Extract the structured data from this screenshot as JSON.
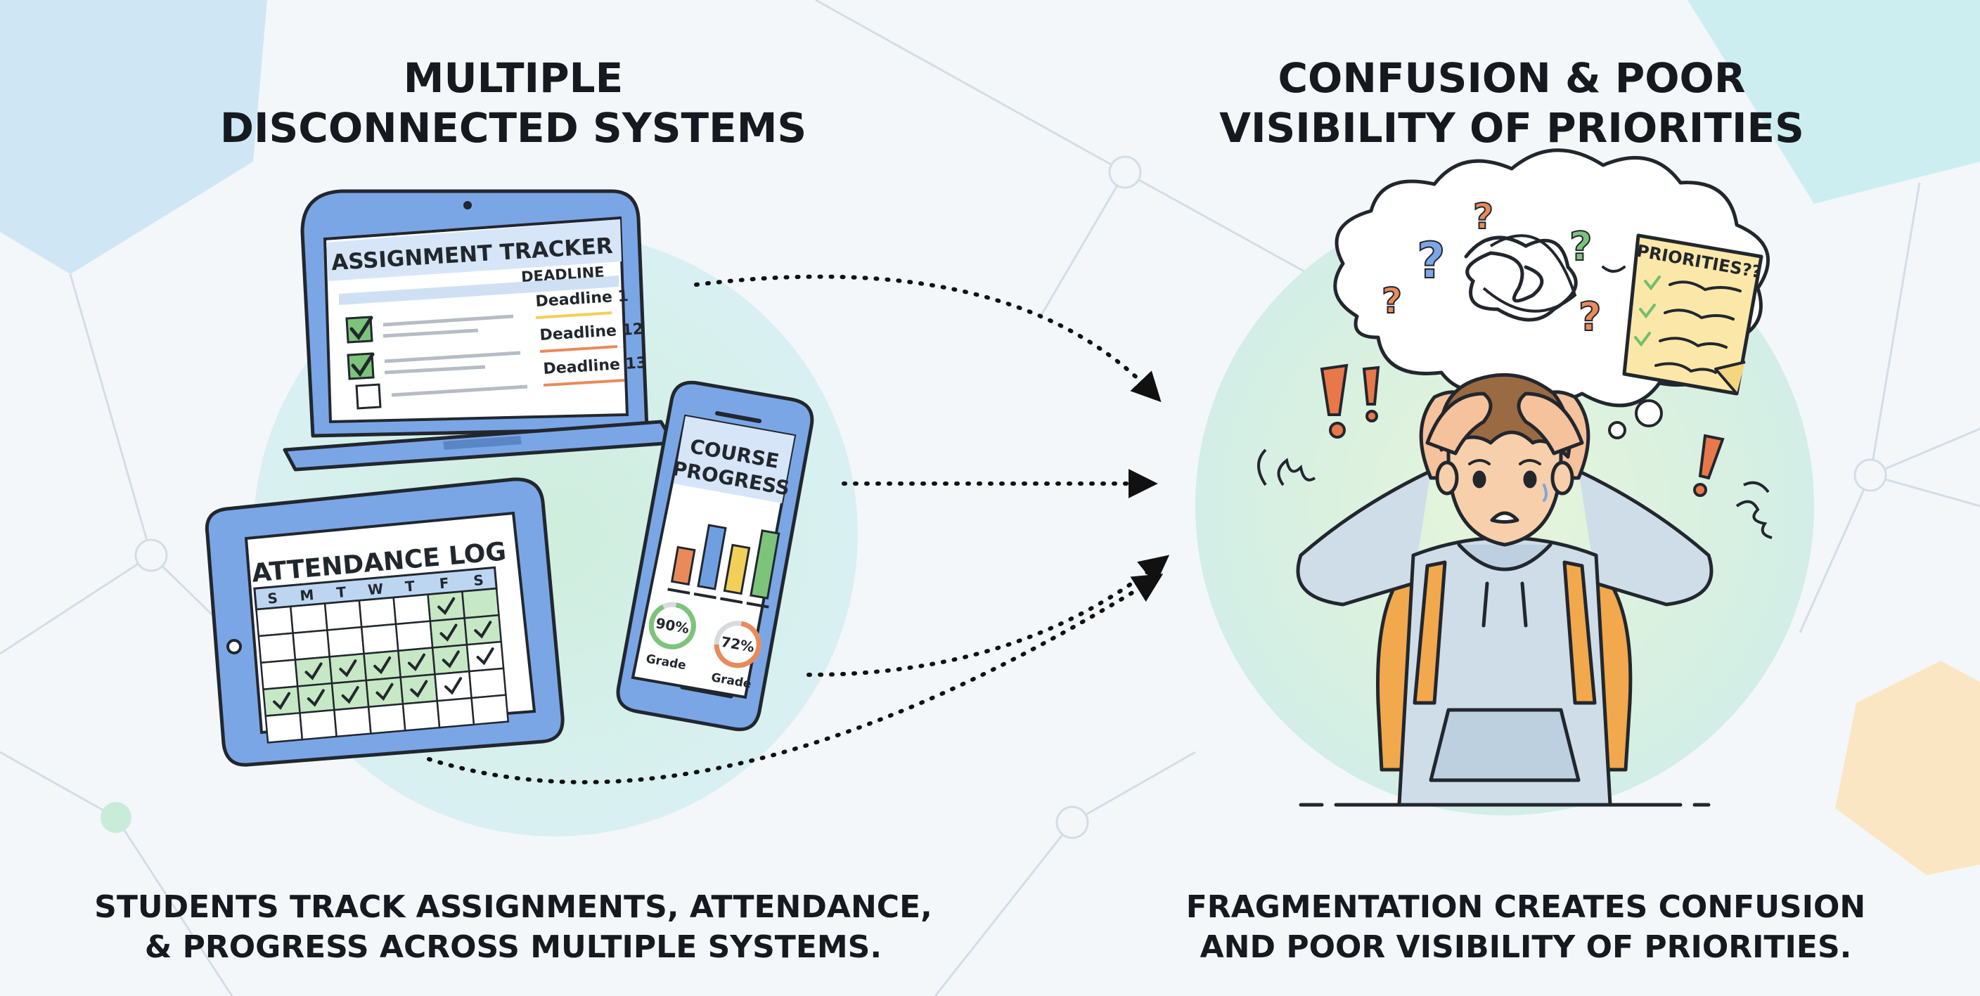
{
  "left_panel": {
    "title_lines": [
      "MULTIPLE",
      "DISCONNECTED SYSTEMS"
    ],
    "caption_lines": [
      "STUDENTS TRACK ASSIGNMENTS, ATTENDANCE,",
      "& PROGRESS ACROSS MULTIPLE SYSTEMS."
    ]
  },
  "right_panel": {
    "title_lines": [
      "CONFUSION & POOR",
      "VISIBILITY OF PRIORITIES"
    ],
    "caption_lines": [
      "FRAGMENTATION CREATES CONFUSION",
      "AND POOR VISIBILITY OF PRIORITIES."
    ]
  },
  "laptop": {
    "title": "ASSIGNMENT TRACKER",
    "column_header": "DEADLINE",
    "rows": [
      {
        "deadline": "Deadline 1",
        "checked": true
      },
      {
        "deadline": "Deadline 12",
        "checked": true
      },
      {
        "deadline": "Deadline 13",
        "checked": false
      }
    ]
  },
  "tablet": {
    "title": "ATTENDANCE LOG",
    "days": [
      "S",
      "M",
      "T",
      "W",
      "T",
      "F",
      "S"
    ]
  },
  "phone": {
    "title_lines": [
      "COURSE",
      "PROGRESS"
    ],
    "bar_values": [
      0.45,
      0.8,
      0.6,
      0.85
    ],
    "bar_colors": [
      "#e98a5a",
      "#6f9fe0",
      "#f2cf58",
      "#7cc47a"
    ],
    "gauges": [
      {
        "value": "90%",
        "label": "Grade",
        "fraction": 0.9,
        "color": "#7cc47a"
      },
      {
        "value": "72%",
        "label": "Grade",
        "fraction": 0.72,
        "color": "#e98a5a"
      }
    ]
  },
  "thought_bubble": {
    "note_title": "PRIORITIES??"
  },
  "colors": {
    "device_blue": "#7aa6e6",
    "ink": "#22272e",
    "green_circle": "#cdefd9",
    "check_green": "#6fbf6f",
    "alert_orange": "#e8784a"
  }
}
